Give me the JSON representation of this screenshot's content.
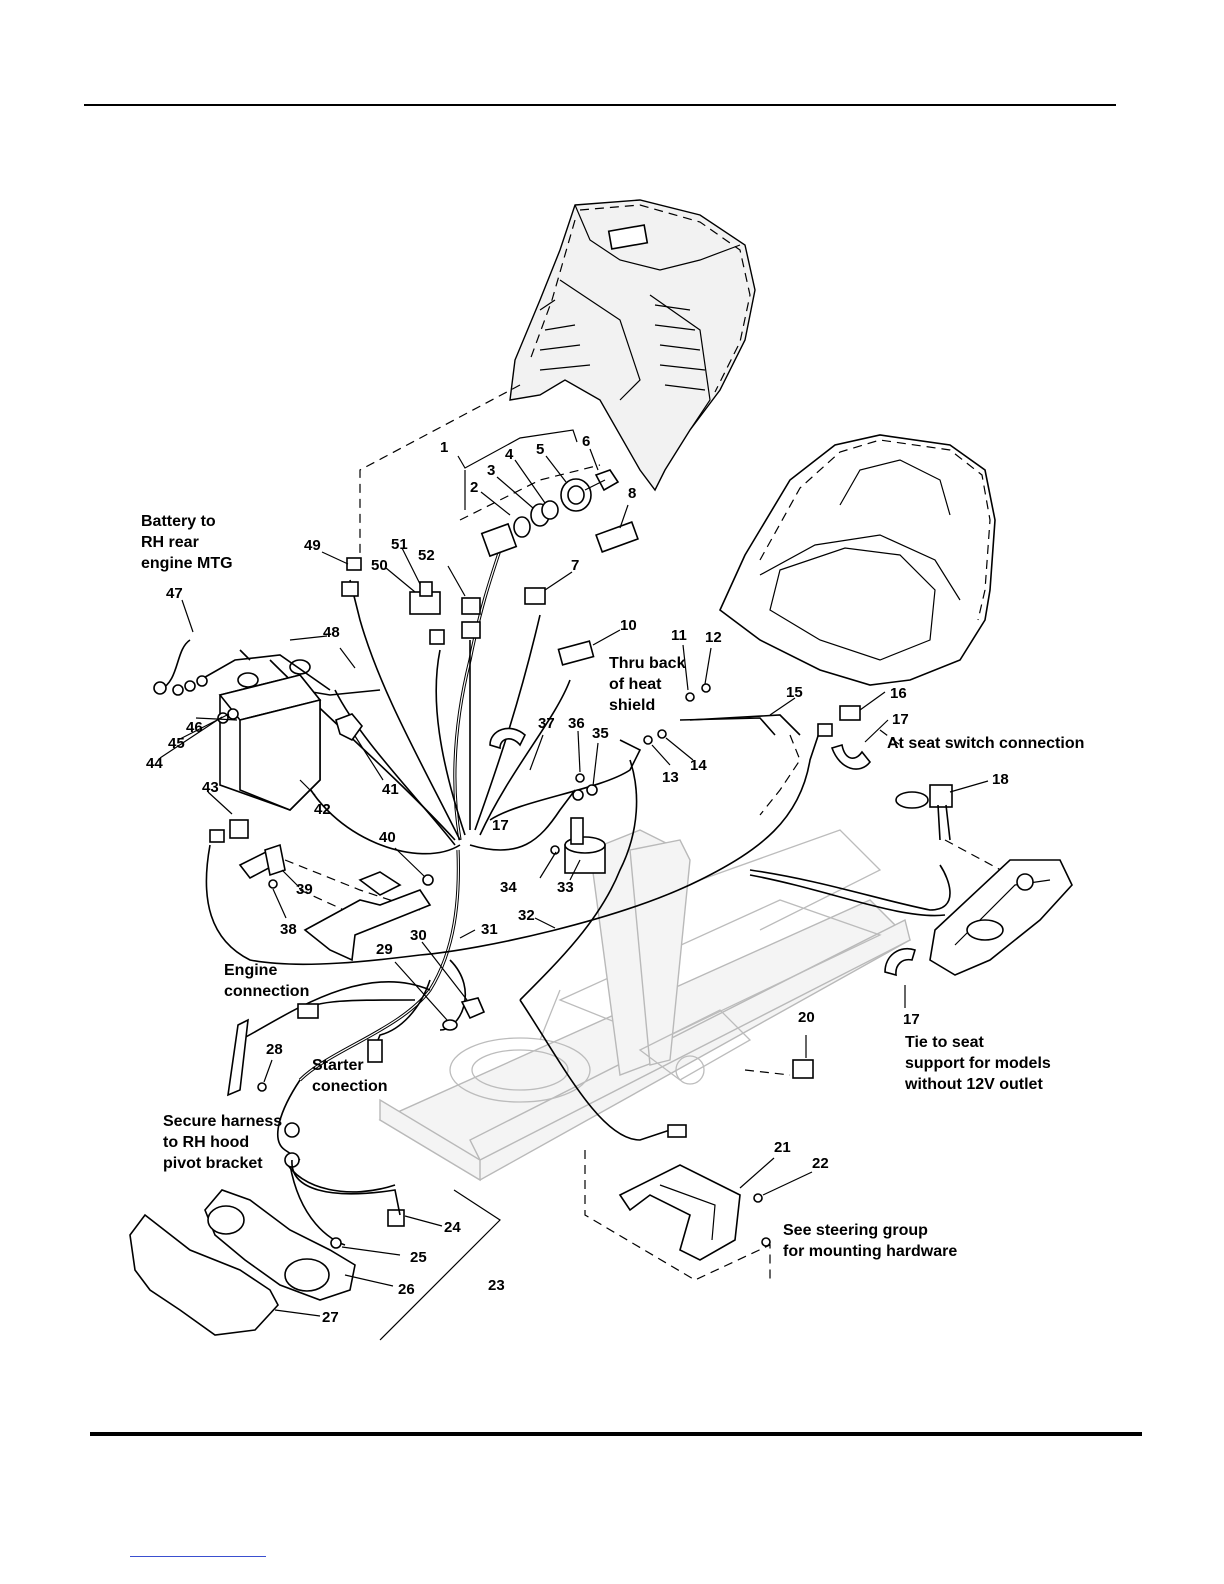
{
  "callouts": [
    {
      "id": "c1",
      "text": "1"
    },
    {
      "id": "c2",
      "text": "2"
    },
    {
      "id": "c3",
      "text": "3"
    },
    {
      "id": "c4",
      "text": "4"
    },
    {
      "id": "c5",
      "text": "5"
    },
    {
      "id": "c6",
      "text": "6"
    },
    {
      "id": "c7",
      "text": "7"
    },
    {
      "id": "c8",
      "text": "8"
    },
    {
      "id": "c10",
      "text": "10"
    },
    {
      "id": "c11",
      "text": "11"
    },
    {
      "id": "c12",
      "text": "12"
    },
    {
      "id": "c13",
      "text": "13"
    },
    {
      "id": "c14",
      "text": "14"
    },
    {
      "id": "c15",
      "text": "15"
    },
    {
      "id": "c16",
      "text": "16"
    },
    {
      "id": "c17a",
      "text": "17"
    },
    {
      "id": "c17b",
      "text": "17"
    },
    {
      "id": "c17c",
      "text": "17"
    },
    {
      "id": "c18",
      "text": "18"
    },
    {
      "id": "c20",
      "text": "20"
    },
    {
      "id": "c21",
      "text": "21"
    },
    {
      "id": "c22",
      "text": "22"
    },
    {
      "id": "c23",
      "text": "23"
    },
    {
      "id": "c24",
      "text": "24"
    },
    {
      "id": "c25",
      "text": "25"
    },
    {
      "id": "c26",
      "text": "26"
    },
    {
      "id": "c27",
      "text": "27"
    },
    {
      "id": "c28",
      "text": "28"
    },
    {
      "id": "c29",
      "text": "29"
    },
    {
      "id": "c30",
      "text": "30"
    },
    {
      "id": "c31",
      "text": "31"
    },
    {
      "id": "c32",
      "text": "32"
    },
    {
      "id": "c33",
      "text": "33"
    },
    {
      "id": "c34",
      "text": "34"
    },
    {
      "id": "c35",
      "text": "35"
    },
    {
      "id": "c36",
      "text": "36"
    },
    {
      "id": "c37",
      "text": "37"
    },
    {
      "id": "c38",
      "text": "38"
    },
    {
      "id": "c39",
      "text": "39"
    },
    {
      "id": "c40",
      "text": "40"
    },
    {
      "id": "c41",
      "text": "41"
    },
    {
      "id": "c42",
      "text": "42"
    },
    {
      "id": "c43",
      "text": "43"
    },
    {
      "id": "c44",
      "text": "44"
    },
    {
      "id": "c45",
      "text": "45"
    },
    {
      "id": "c46",
      "text": "46"
    },
    {
      "id": "c47",
      "text": "47"
    },
    {
      "id": "c48",
      "text": "48"
    },
    {
      "id": "c49",
      "text": "49"
    },
    {
      "id": "c50",
      "text": "50"
    },
    {
      "id": "c51",
      "text": "51"
    },
    {
      "id": "c52",
      "text": "52"
    }
  ],
  "notes": {
    "battery": [
      "Battery to",
      "RH rear",
      "engine MTG"
    ],
    "heat_shield": [
      "Thru back",
      "of heat",
      "shield"
    ],
    "seat_switch": "At seat switch connection",
    "engine": [
      "Engine",
      "connection"
    ],
    "starter": [
      "Starter",
      "conection"
    ],
    "harness": [
      "Secure harness",
      "to RH hood",
      "pivot bracket"
    ],
    "seat_support": [
      "Tie to seat",
      "support for models",
      "without 12V outlet"
    ],
    "steering": [
      "See steering group",
      "for mounting hardware"
    ]
  }
}
